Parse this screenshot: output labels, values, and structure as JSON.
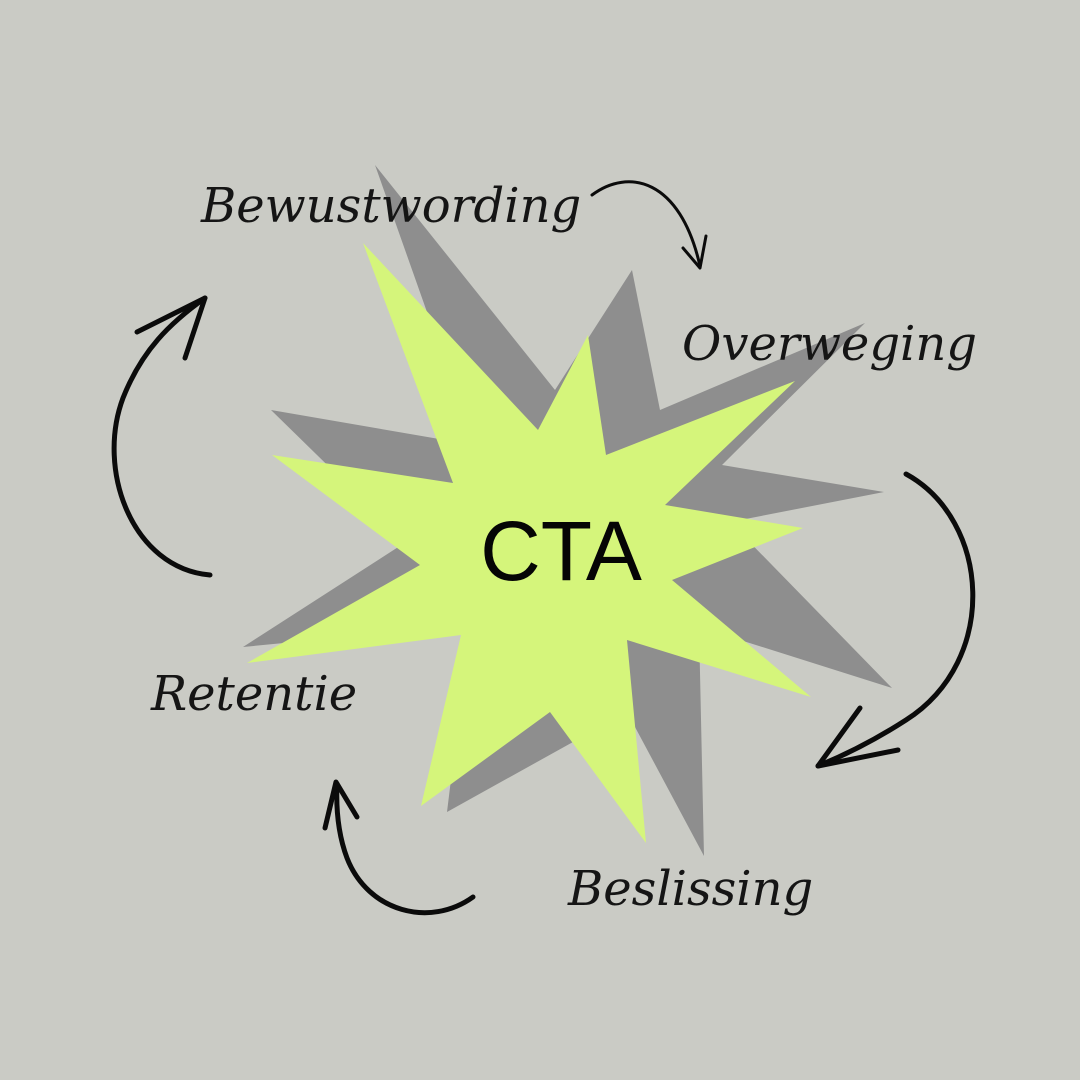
{
  "diagram": {
    "center_label": "CTA",
    "stages": [
      {
        "label": "Bewustwording"
      },
      {
        "label": "Overweging"
      },
      {
        "label": "Beslissing"
      },
      {
        "label": "Retentie"
      }
    ],
    "colors": {
      "background": "#cacbc5",
      "star_main": "#d5f57b",
      "star_shadow": "#8e8e8e",
      "text": "#151515",
      "arrows": "#0b0b0b"
    }
  }
}
